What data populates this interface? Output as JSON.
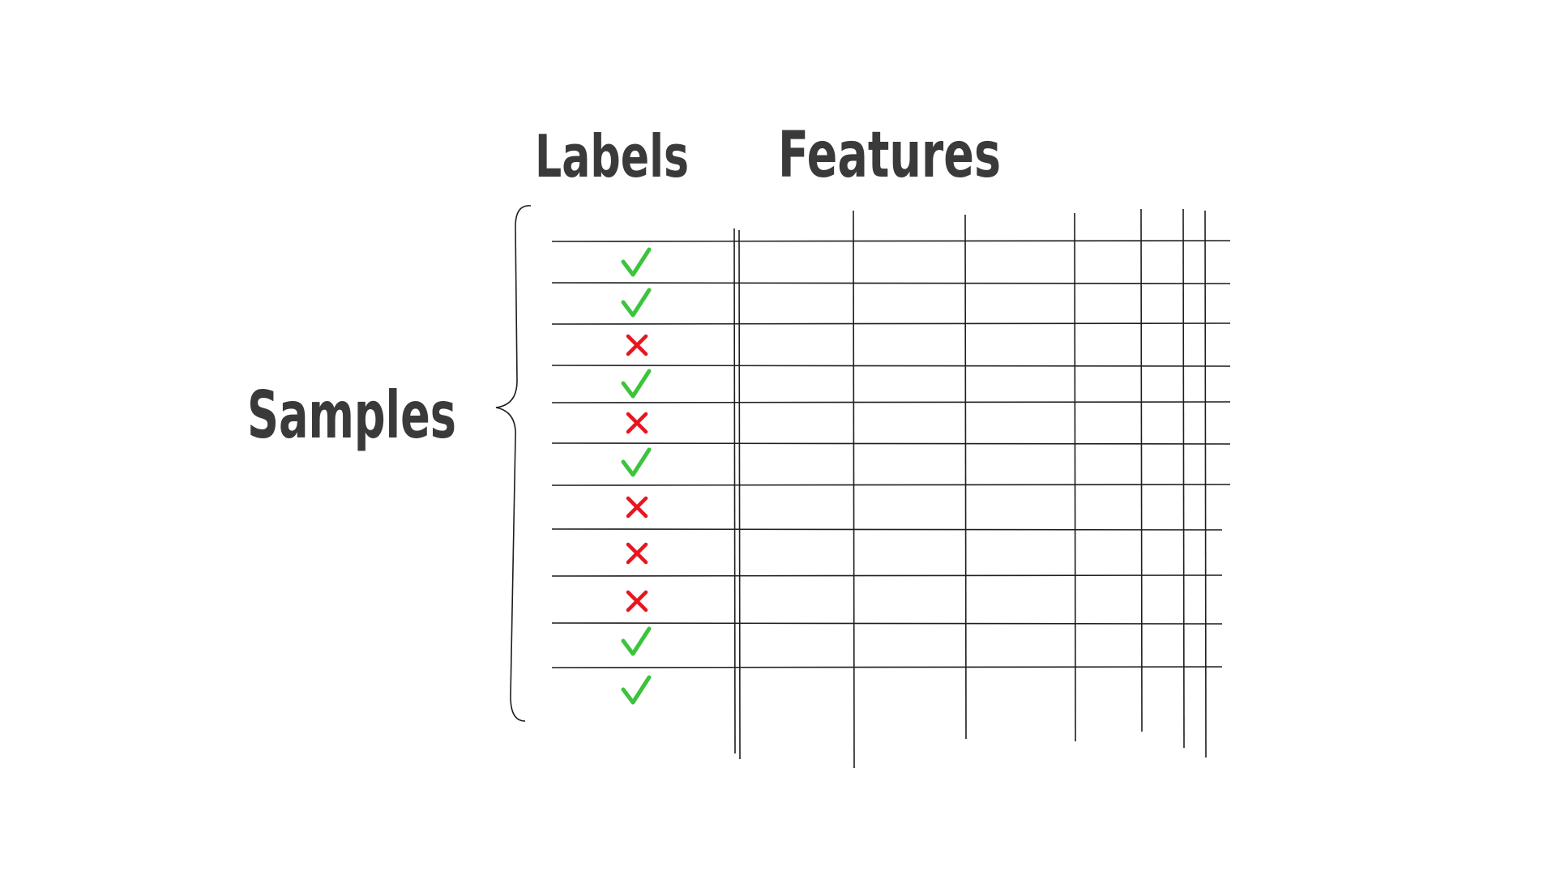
{
  "headings": {
    "labels": "Labels",
    "features": "Features",
    "samples": "Samples"
  },
  "colors": {
    "ink": "#3a3a3a",
    "check": "#3cc43c",
    "cross": "#e8141e"
  },
  "rows": [
    {
      "label": "check"
    },
    {
      "label": "check"
    },
    {
      "label": "cross"
    },
    {
      "label": "check"
    },
    {
      "label": "cross"
    },
    {
      "label": "check"
    },
    {
      "label": "cross"
    },
    {
      "label": "cross"
    },
    {
      "label": "cross"
    },
    {
      "label": "check"
    },
    {
      "label": "check"
    }
  ]
}
